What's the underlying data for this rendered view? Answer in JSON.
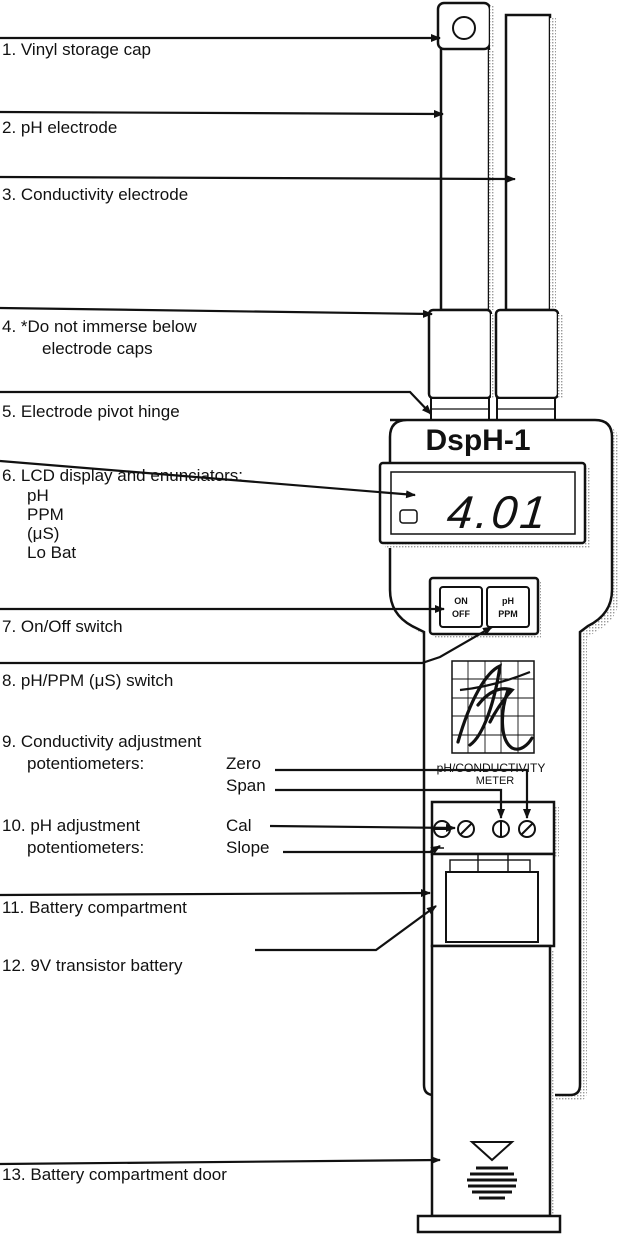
{
  "device": {
    "model": "DspH-1",
    "display_value": "4.01",
    "button_on": "ON",
    "button_off": "OFF",
    "button_ph": "pH",
    "button_ppm": "PPM",
    "logo_caption": "pH/CONDUCTIVITY",
    "logo_caption2": "METER"
  },
  "callouts": [
    {
      "id": "c1",
      "lines": [
        "1. Vinyl storage cap"
      ]
    },
    {
      "id": "c2",
      "lines": [
        "2. pH electrode"
      ]
    },
    {
      "id": "c3",
      "lines": [
        "3. Conductivity electrode"
      ]
    },
    {
      "id": "c4",
      "lines": [
        "4. *Do not immerse below",
        "electrode caps"
      ]
    },
    {
      "id": "c5",
      "lines": [
        "5. Electrode pivot hinge"
      ]
    },
    {
      "id": "c6",
      "lines": [
        "6. LCD display and enunciators:",
        "pH",
        "PPM",
        "(μS)",
        "Lo Bat"
      ]
    },
    {
      "id": "c7",
      "lines": [
        "7. On/Off switch"
      ]
    },
    {
      "id": "c8",
      "lines": [
        "8. pH/PPM (μS) switch"
      ]
    },
    {
      "id": "c9",
      "lines": [
        "9. Conductivity adjustment",
        "potentiometers:"
      ]
    },
    {
      "id": "c9a",
      "lines": [
        "Zero",
        "Span"
      ]
    },
    {
      "id": "c10",
      "lines": [
        "10. pH adjustment",
        "potentiometers:"
      ]
    },
    {
      "id": "c10a",
      "lines": [
        "Cal",
        "Slope"
      ]
    },
    {
      "id": "c11",
      "lines": [
        "11. Battery compartment"
      ]
    },
    {
      "id": "c12",
      "lines": [
        "12. 9V transistor battery"
      ]
    },
    {
      "id": "c13",
      "lines": [
        "13. Battery compartment door"
      ]
    }
  ]
}
